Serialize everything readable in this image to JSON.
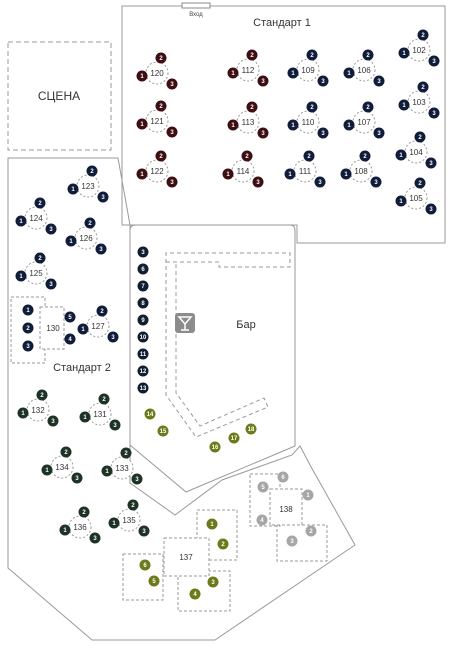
{
  "labels": {
    "stage": "СЦЕНА",
    "entrance": "Вход",
    "zone1": "Стандарт 1",
    "zone2": "Стандарт 2",
    "bar": "Бар"
  },
  "colors": {
    "zone1_seat": "#3d0e12",
    "zone2_seat": "#101c3a",
    "zone2_lower_seat": "#1e3326",
    "bar_seat_dark": "#111e30",
    "bar_seat_olive": "#6e7a1a",
    "vip_seat_olive": "#6e7a1a",
    "vip_seat_grey": "#a6a6a6",
    "bar_icon": "#8c8c8c"
  },
  "bar_icon": "martini-glass-icon",
  "tables": [
    {
      "id": "102",
      "seats": [
        "1",
        "2",
        "3"
      ],
      "tone": "zone2_seat"
    },
    {
      "id": "103",
      "seats": [
        "1",
        "2",
        "3"
      ],
      "tone": "zone2_seat"
    },
    {
      "id": "104",
      "seats": [
        "1",
        "2",
        "3"
      ],
      "tone": "zone2_seat"
    },
    {
      "id": "105",
      "seats": [
        "1",
        "2",
        "3"
      ],
      "tone": "zone2_seat"
    },
    {
      "id": "106",
      "seats": [
        "1",
        "2",
        "3"
      ],
      "tone": "zone2_seat"
    },
    {
      "id": "107",
      "seats": [
        "1",
        "2",
        "3"
      ],
      "tone": "zone2_seat"
    },
    {
      "id": "108",
      "seats": [
        "1",
        "2",
        "3"
      ],
      "tone": "zone2_seat"
    },
    {
      "id": "109",
      "seats": [
        "1",
        "2",
        "3"
      ],
      "tone": "zone2_seat"
    },
    {
      "id": "110",
      "seats": [
        "1",
        "2",
        "3"
      ],
      "tone": "zone2_seat"
    },
    {
      "id": "111",
      "seats": [
        "1",
        "2",
        "3"
      ],
      "tone": "zone2_seat"
    },
    {
      "id": "112",
      "seats": [
        "1",
        "2",
        "3"
      ],
      "tone": "zone1_seat"
    },
    {
      "id": "113",
      "seats": [
        "1",
        "2",
        "3"
      ],
      "tone": "zone1_seat"
    },
    {
      "id": "114",
      "seats": [
        "1",
        "2",
        "3"
      ],
      "tone": "zone1_seat"
    },
    {
      "id": "120",
      "seats": [
        "1",
        "2",
        "3"
      ],
      "tone": "zone1_seat"
    },
    {
      "id": "121",
      "seats": [
        "1",
        "2",
        "3"
      ],
      "tone": "zone1_seat"
    },
    {
      "id": "122",
      "seats": [
        "1",
        "2",
        "3"
      ],
      "tone": "zone1_seat"
    },
    {
      "id": "123",
      "seats": [
        "1",
        "2",
        "3"
      ],
      "tone": "zone2_seat"
    },
    {
      "id": "124",
      "seats": [
        "1",
        "2",
        "3"
      ],
      "tone": "zone2_seat"
    },
    {
      "id": "125",
      "seats": [
        "1",
        "2",
        "3"
      ],
      "tone": "zone2_seat"
    },
    {
      "id": "126",
      "seats": [
        "1",
        "2",
        "3"
      ],
      "tone": "zone2_seat"
    },
    {
      "id": "127",
      "seats": [
        "1",
        "2",
        "3"
      ],
      "tone": "zone2_seat"
    },
    {
      "id": "131",
      "seats": [
        "1",
        "2",
        "3"
      ],
      "tone": "zone2_lower_seat"
    },
    {
      "id": "132",
      "seats": [
        "1",
        "2",
        "3"
      ],
      "tone": "zone2_lower_seat"
    },
    {
      "id": "133",
      "seats": [
        "1",
        "2",
        "3"
      ],
      "tone": "zone2_lower_seat"
    },
    {
      "id": "134",
      "seats": [
        "1",
        "2",
        "3"
      ],
      "tone": "zone2_lower_seat"
    },
    {
      "id": "135",
      "seats": [
        "1",
        "2",
        "3"
      ],
      "tone": "zone2_lower_seat"
    },
    {
      "id": "136",
      "seats": [
        "1",
        "2",
        "3"
      ],
      "tone": "zone2_lower_seat"
    }
  ],
  "table130": {
    "id": "130",
    "seats": [
      "1",
      "2",
      "3",
      "4",
      "5"
    ],
    "tone": "zone2_seat"
  },
  "bar_seats": [
    "3",
    "6",
    "7",
    "8",
    "9",
    "10",
    "11",
    "12",
    "13",
    "14",
    "15",
    "16",
    "17",
    "18"
  ],
  "table137": {
    "id": "137",
    "seats": [
      "1",
      "2",
      "3",
      "4",
      "5",
      "6"
    ],
    "tone": "vip_seat_olive"
  },
  "table138": {
    "id": "138",
    "seats": [
      "1",
      "2",
      "3",
      "4",
      "5",
      "6"
    ],
    "tone": "vip_seat_grey"
  }
}
